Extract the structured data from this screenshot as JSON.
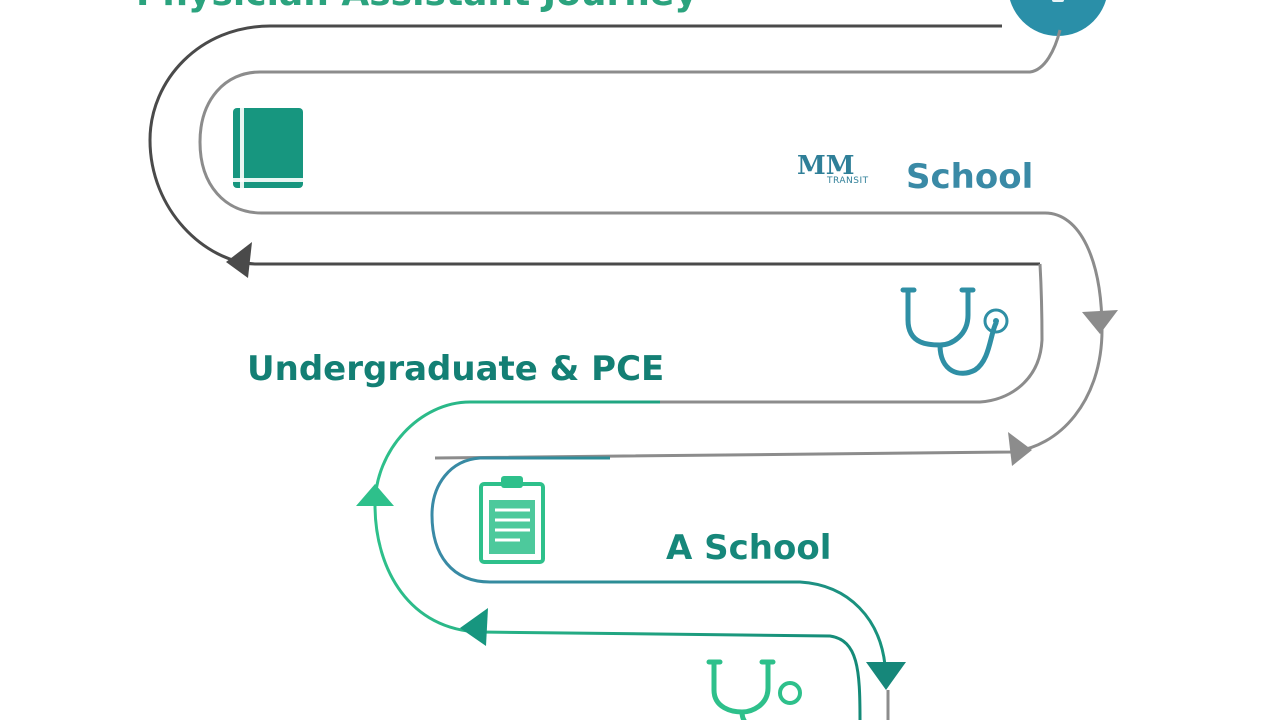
{
  "title": "Physician Assistant Journey",
  "labels": {
    "school_top": "School",
    "undergrad": "Undergraduate & PCE",
    "pa_school": "A School"
  },
  "logo": {
    "mark": "MM",
    "sub": "TRANSIT"
  },
  "icons": [
    "book-icon",
    "stethoscope-icon",
    "clipboard-icon",
    "stethoscope-icon"
  ],
  "colors": {
    "gray_dark": "#4a4a4a",
    "gray": "#8c8c8c",
    "teal": "#17967f",
    "green": "#2ec08b",
    "blue_teal": "#3a8aa6",
    "badge": "#2a8fa8"
  }
}
